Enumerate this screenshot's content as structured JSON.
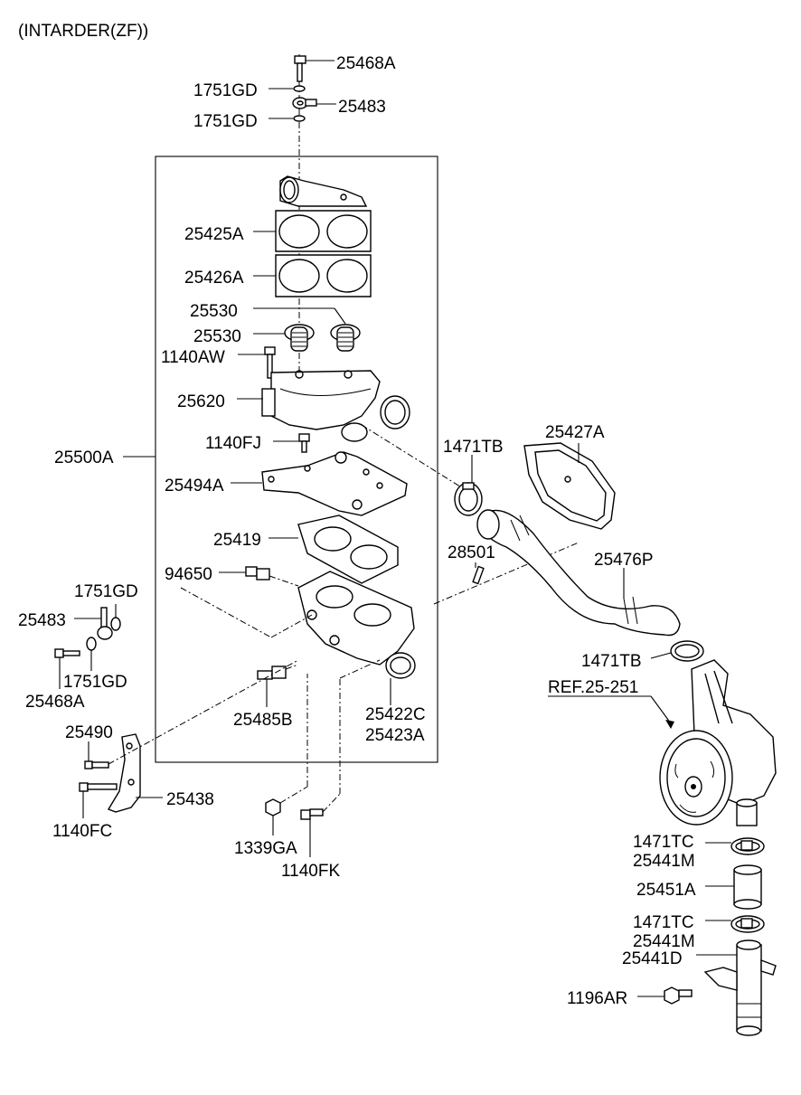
{
  "diagram": {
    "title": "(INTARDER(ZF))",
    "labels": {
      "p25468A_top": "25468A",
      "p1751GD_a": "1751GD",
      "p25483_top": "25483",
      "p1751GD_b": "1751GD",
      "p25425A": "25425A",
      "p25426A": "25426A",
      "p25530_a": "25530",
      "p25530_b": "25530",
      "p1140AW": "1140AW",
      "p25620": "25620",
      "p1140FJ": "1140FJ",
      "p25500A": "25500A",
      "p25494A": "25494A",
      "p25419": "25419",
      "p94650": "94650",
      "p1751GD_c": "1751GD",
      "p25483_left": "25483",
      "p1751GD_d": "1751GD",
      "p25468A_left": "25468A",
      "p25485B": "25485B",
      "p25422C": "25422C",
      "p25423A": "25423A",
      "p25490": "25490",
      "p25438": "25438",
      "p1140FC": "1140FC",
      "p1339GA": "1339GA",
      "p1140FK": "1140FK",
      "p1471TB_a": "1471TB",
      "p25427A": "25427A",
      "p28501": "28501",
      "p25476P": "25476P",
      "p1471TB_b": "1471TB",
      "ref": "REF.25-251",
      "p1471TC_a": "1471TC",
      "p25441M_a": "25441M",
      "p25451A": "25451A",
      "p1471TC_b": "1471TC",
      "p25441M_b": "25441M",
      "p25441D": "25441D",
      "p1196AR": "1196AR"
    }
  }
}
